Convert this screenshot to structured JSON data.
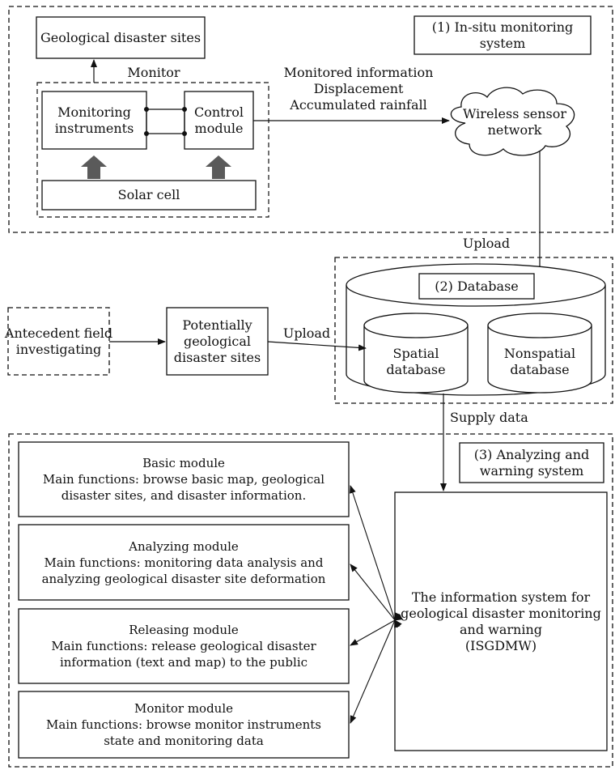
{
  "section1": {
    "title": [
      "(1) In-situ monitoring",
      "system"
    ],
    "geo_sites": "Geological disaster sites",
    "monitor_label": "Monitor",
    "instruments": [
      "Monitoring",
      "instruments"
    ],
    "control": [
      "Control",
      "module"
    ],
    "solar": "Solar cell",
    "monitored_info": [
      "Monitored information",
      "Displacement",
      "Accumulated rainfall"
    ],
    "wsn": [
      "Wireless sensor",
      "network"
    ]
  },
  "section2": {
    "upload_top": "Upload",
    "title": "(2) Database",
    "antecedent": [
      "Antecedent field",
      "investigating"
    ],
    "potential": [
      "Potentially",
      "geological",
      "disaster sites"
    ],
    "upload_mid": "Upload",
    "spatial": [
      "Spatial",
      "database"
    ],
    "nonspatial": [
      "Nonspatial",
      "database"
    ]
  },
  "section3": {
    "supply": "Supply data",
    "title": [
      "(3) Analyzing and",
      "warning system"
    ],
    "isgdmw": [
      "The information system for",
      "geological disaster monitoring",
      "and warning",
      "(ISGDMW)"
    ],
    "modules": [
      [
        "Basic module",
        "Main functions: browse basic map, geological",
        "disaster sites, and disaster information."
      ],
      [
        "Analyzing module",
        "Main functions: monitoring data analysis and",
        "analyzing geological disaster site deformation"
      ],
      [
        "Releasing module",
        "Main functions: release geological disaster",
        "information (text and map) to the public"
      ],
      [
        "Monitor module",
        "Main functions: browse monitor instruments",
        "state and monitoring data"
      ]
    ]
  }
}
